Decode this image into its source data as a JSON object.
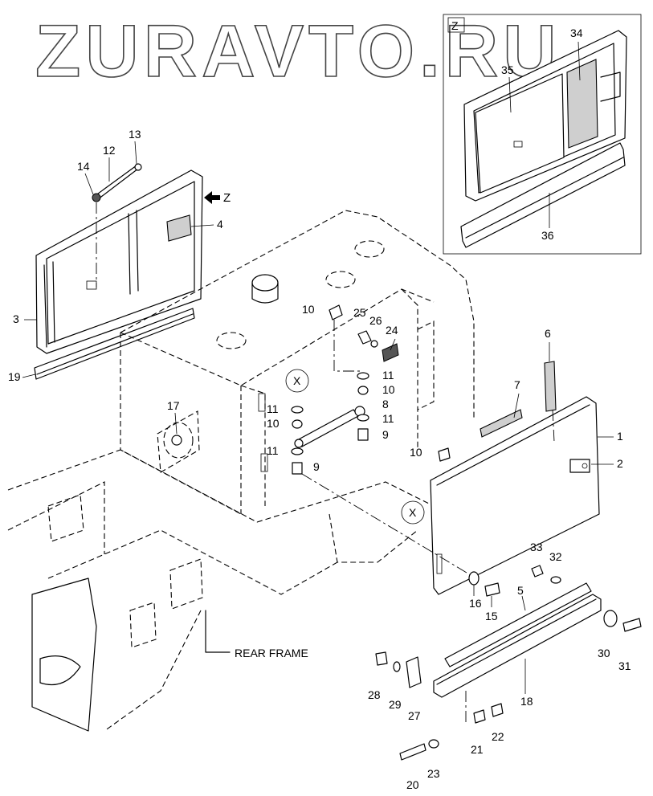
{
  "watermark": "ZURAVTO.RU",
  "view_z_label": "Z",
  "view_arrow_label": "Z",
  "frame_label": "REAR FRAME",
  "ref_mark": "X",
  "parts": [
    "1",
    "2",
    "3",
    "4",
    "5",
    "6",
    "7",
    "8",
    "9",
    "10",
    "11",
    "12",
    "13",
    "14",
    "15",
    "16",
    "17",
    "18",
    "19",
    "20",
    "21",
    "22",
    "23",
    "24",
    "25",
    "26",
    "27",
    "28",
    "29",
    "30",
    "31",
    "32",
    "33",
    "34",
    "35",
    "36"
  ]
}
